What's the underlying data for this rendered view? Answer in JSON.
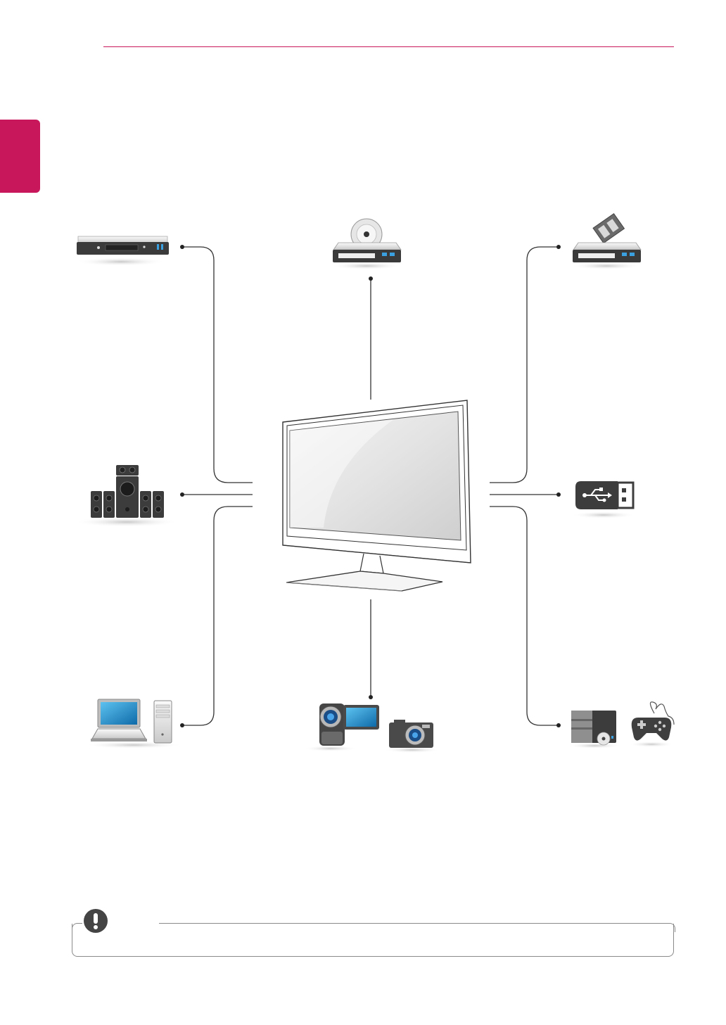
{
  "colors": {
    "accent": "#c8185b",
    "line": "#333333",
    "device_dark": "#3a3a3a",
    "device_light": "#e6e6e6",
    "screen_blue": "#1a7fc1",
    "note_border": "#8a8a8a"
  },
  "devices": [
    {
      "id": "dvd-player",
      "icon": "dvd-player-icon"
    },
    {
      "id": "disc-player",
      "icon": "disc-player-icon"
    },
    {
      "id": "set-top-box",
      "icon": "set-top-box-icon"
    },
    {
      "id": "speaker-system",
      "icon": "speaker-system-icon"
    },
    {
      "id": "usb-drive",
      "icon": "usb-drive-icon"
    },
    {
      "id": "pc",
      "icon": "laptop-desktop-icon"
    },
    {
      "id": "camera",
      "icon": "camcorder-camera-icon"
    },
    {
      "id": "game",
      "icon": "console-gamepad-icon"
    }
  ],
  "note": {
    "icon": "exclamation-icon",
    "text": ""
  }
}
